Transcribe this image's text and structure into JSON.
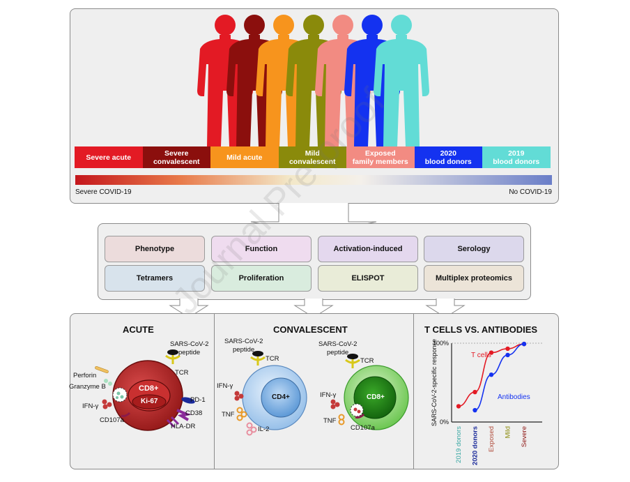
{
  "cohorts": [
    {
      "label": "Severe acute",
      "color": "#e31a24"
    },
    {
      "label": "Severe\nconvalescent",
      "color": "#8b0f0d"
    },
    {
      "label": "Mild acute",
      "color": "#f7941d"
    },
    {
      "label": "Mild\nconvalescent",
      "color": "#8a8a0b"
    },
    {
      "label": "Exposed\nfamily members",
      "color": "#f28b82"
    },
    {
      "label": "2020\nblood donors",
      "color": "#1432f0"
    },
    {
      "label": "2019\nblood donors",
      "color": "#62dcd6"
    }
  ],
  "gradient": {
    "left_label": "Severe COVID-19",
    "right_label": "No COVID-19",
    "start_color": "#c4161c",
    "end_color": "#6a7ec8"
  },
  "methods": [
    {
      "label": "Phenotype",
      "color": "#ecdcdc"
    },
    {
      "label": "Function",
      "color": "#efdcef"
    },
    {
      "label": "Activation-induced",
      "color": "#e4d8ee"
    },
    {
      "label": "Serology",
      "color": "#dcd8ec"
    },
    {
      "label": "Tetramers",
      "color": "#d8e3ec"
    },
    {
      "label": "Proliferation",
      "color": "#d9ecde"
    },
    {
      "label": "ELISPOT",
      "color": "#e9ecd8"
    },
    {
      "label": "Multiplex proteomics",
      "color": "#ece4d8"
    }
  ],
  "acute": {
    "title": "ACUTE",
    "cell_label": "CD8+",
    "nucleus_label": "Ki-67",
    "labels": {
      "perforin": "Perforin",
      "granzyme": "Granzyme B",
      "ifng": "IFN-γ",
      "cd107a": "CD107a",
      "sars_line1": "SARS-CoV-2",
      "sars_line2": "peptide",
      "tcr": "TCR",
      "pd1": "PD-1",
      "cd38": "CD38",
      "hladr": "HLA-DR"
    }
  },
  "convalescent": {
    "title": "CONVALESCENT",
    "cd4": {
      "cell_label": "CD4+",
      "sars_line1": "SARS-CoV-2",
      "sars_line2": "peptide",
      "tcr": "TCR",
      "ifng": "IFN-γ",
      "tnf": "TNF",
      "il2": "IL-2"
    },
    "cd8": {
      "cell_label": "CD8+",
      "sars_line1": "SARS-CoV-2",
      "sars_line2": "peptide",
      "tcr": "TCR",
      "ifng": "IFN-γ",
      "tnf": "TNF",
      "cd107a": "CD107a"
    }
  },
  "chart_data": {
    "type": "line",
    "title": "T CELLS VS. ANTIBODIES",
    "ylabel": "SARS-CoV-2-specific response",
    "yticks": [
      "0%",
      "100%"
    ],
    "ylim": [
      0,
      100
    ],
    "categories": [
      "2019 donors",
      "2020 donors",
      "Exposed",
      "Mild",
      "Severe"
    ],
    "category_colors": [
      "#3aa8a4",
      "#1a2a9a",
      "#b04b3a",
      "#8a8a0b",
      "#8b0f0d"
    ],
    "series": [
      {
        "name": "T cells",
        "color": "#e31a24",
        "values": [
          20,
          38,
          88,
          93,
          99
        ]
      },
      {
        "name": "Antibodies",
        "color": "#1432f0",
        "values": [
          15,
          60,
          85,
          99
        ]
      }
    ],
    "series_x": [
      [
        0,
        1,
        2,
        3,
        4
      ],
      [
        1,
        2,
        3,
        4
      ]
    ]
  },
  "watermark": "Journal Pre-proof"
}
